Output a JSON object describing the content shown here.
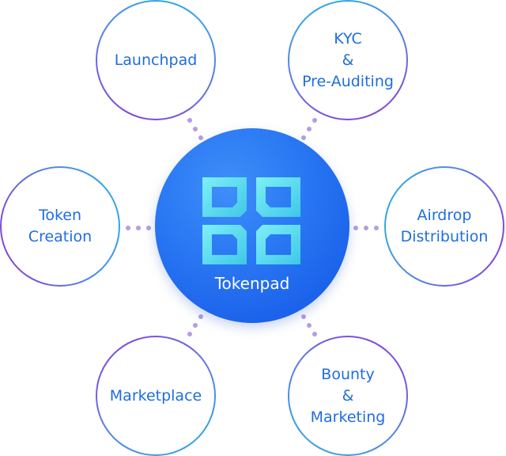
{
  "hub": {
    "title": "Tokenpad",
    "logo_icon": "tokenpad-four-squares-logo-icon"
  },
  "nodes": {
    "launchpad": {
      "lines": [
        "Launchpad"
      ]
    },
    "kyc": {
      "lines": [
        "KYC",
        "&",
        "Pre-Auditing"
      ]
    },
    "token_creation": {
      "lines": [
        "Token",
        "Creation"
      ]
    },
    "airdrop": {
      "lines": [
        "Airdrop",
        "Distribution"
      ]
    },
    "marketplace": {
      "lines": [
        "Marketplace"
      ]
    },
    "bounty": {
      "lines": [
        "Bounty",
        "&",
        "Marketing"
      ]
    }
  },
  "colors": {
    "hub": "#2a78f3",
    "text": "#1f6de0",
    "ring_start": "#27b2e8",
    "ring_end": "#8a3ad8",
    "connector_dots": "#b59ce6",
    "logo_squares": "#5fe0f0"
  }
}
